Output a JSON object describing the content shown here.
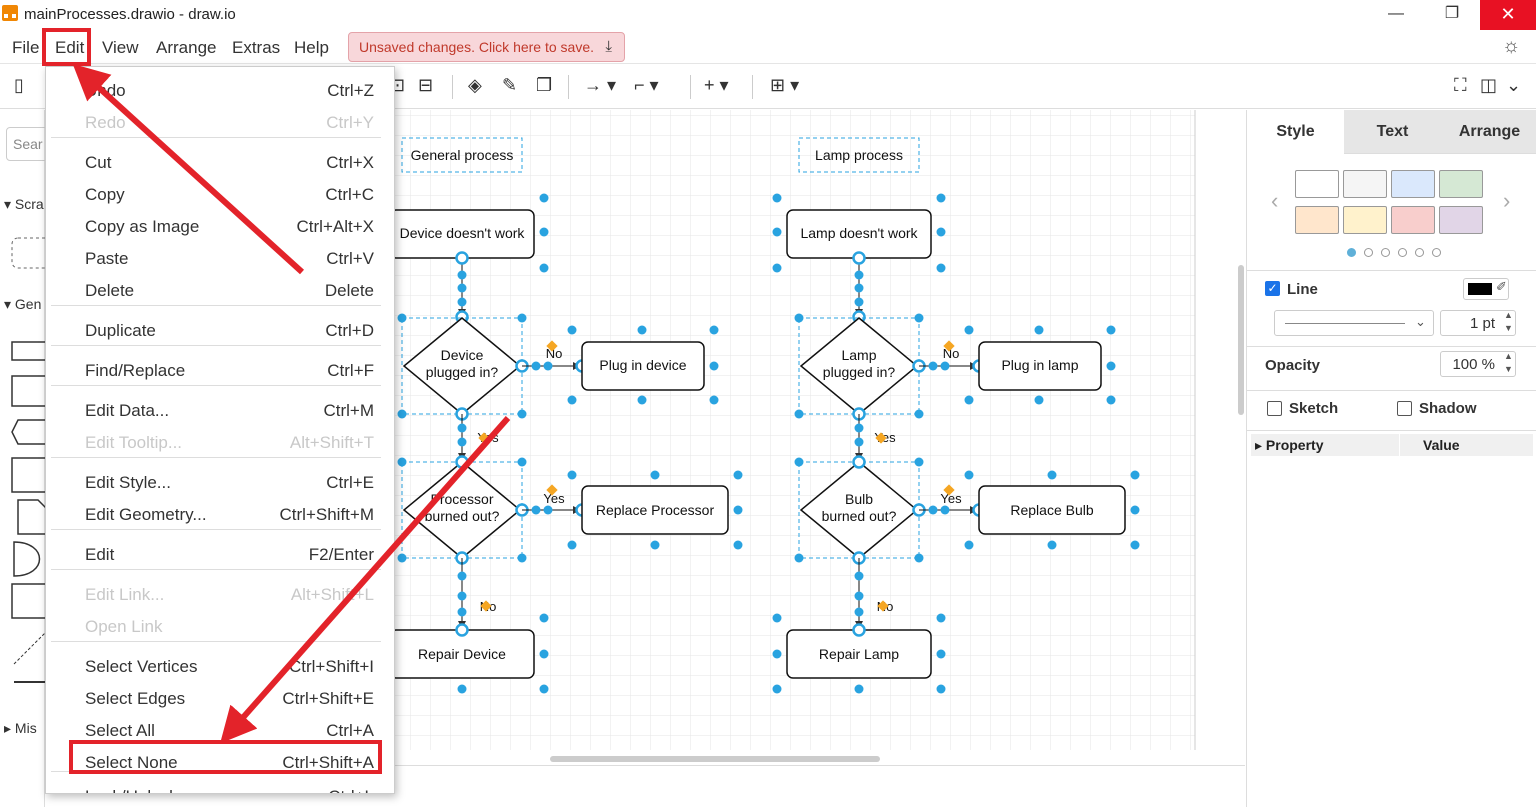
{
  "window": {
    "title": "mainProcesses.drawio - draw.io",
    "minimize": "—",
    "restore": "❐",
    "close": "✕"
  },
  "menubar": {
    "items": [
      "File",
      "Edit",
      "View",
      "Arrange",
      "Extras",
      "Help"
    ],
    "unsaved_label": "Unsaved changes. Click here to save.",
    "save_icon": "⤓",
    "theme_icon": "☼"
  },
  "toolbar": {
    "icons": [
      "panel-toggle-icon",
      "fill-color-icon",
      "line-color-icon",
      "shadow-icon",
      "connection-arrow-icon",
      "waypoint-icon",
      "insert-icon",
      "table-icon",
      "fullscreen-icon",
      "format-panel-icon",
      "collapse-icon"
    ]
  },
  "left_sidebar": {
    "search_placeholder": "Sear",
    "sections": [
      "Scra",
      "Gen",
      "Mis"
    ]
  },
  "edit_menu": {
    "items": [
      {
        "label": "Undo",
        "shortcut": "Ctrl+Z",
        "disabled": false
      },
      {
        "label": "Redo",
        "shortcut": "Ctrl+Y",
        "disabled": true
      },
      {
        "label": "Cut",
        "shortcut": "Ctrl+X",
        "disabled": false
      },
      {
        "label": "Copy",
        "shortcut": "Ctrl+C",
        "disabled": false
      },
      {
        "label": "Copy as Image",
        "shortcut": "Ctrl+Alt+X",
        "disabled": false
      },
      {
        "label": "Paste",
        "shortcut": "Ctrl+V",
        "disabled": false
      },
      {
        "label": "Delete",
        "shortcut": "Delete",
        "disabled": false
      },
      {
        "label": "Duplicate",
        "shortcut": "Ctrl+D",
        "disabled": false
      },
      {
        "label": "Find/Replace",
        "shortcut": "Ctrl+F",
        "disabled": false
      },
      {
        "label": "Edit Data...",
        "shortcut": "Ctrl+M",
        "disabled": false
      },
      {
        "label": "Edit Tooltip...",
        "shortcut": "Alt+Shift+T",
        "disabled": true
      },
      {
        "label": "Edit Style...",
        "shortcut": "Ctrl+E",
        "disabled": false
      },
      {
        "label": "Edit Geometry...",
        "shortcut": "Ctrl+Shift+M",
        "disabled": false
      },
      {
        "label": "Edit",
        "shortcut": "F2/Enter",
        "disabled": false
      },
      {
        "label": "Edit Link...",
        "shortcut": "Alt+Shift+L",
        "disabled": true
      },
      {
        "label": "Open Link",
        "shortcut": "",
        "disabled": true
      },
      {
        "label": "Select Vertices",
        "shortcut": "Ctrl+Shift+I",
        "disabled": false
      },
      {
        "label": "Select Edges",
        "shortcut": "Ctrl+Shift+E",
        "disabled": false
      },
      {
        "label": "Select All",
        "shortcut": "Ctrl+A",
        "disabled": false
      },
      {
        "label": "Select None",
        "shortcut": "Ctrl+Shift+A",
        "disabled": false
      },
      {
        "label": "Lock/Unlock",
        "shortcut": "Ctrl+L",
        "disabled": false
      }
    ]
  },
  "diagram": {
    "general": {
      "title": "General process",
      "start": "Device doesn't work",
      "d1": [
        "Device",
        "plugged in?"
      ],
      "a1": "Plug in device",
      "d2": [
        "Processor",
        "burned out?"
      ],
      "a2": "Replace Processor",
      "end": "Repair Device",
      "labels": {
        "no1": "No",
        "yes1": "Yes",
        "yes2": "Yes",
        "no2": "No"
      }
    },
    "lamp": {
      "title": "Lamp process",
      "start": "Lamp doesn't work",
      "d1": [
        "Lamp",
        "plugged in?"
      ],
      "a1": "Plug in lamp",
      "d2": [
        "Bulb",
        "burned out?"
      ],
      "a2": "Replace Bulb",
      "end": "Repair Lamp",
      "labels": {
        "no1": "No",
        "yes1": "Yes",
        "yes2": "Yes",
        "no2": "No"
      }
    }
  },
  "format_panel": {
    "tabs": [
      "Style",
      "Text",
      "Arrange"
    ],
    "swatches": [
      "#ffffff",
      "#f5f5f5",
      "#dae8fc",
      "#d5e8d4",
      "#ffe6cc",
      "#fff2cc",
      "#f8cecc",
      "#e1d5e7"
    ],
    "line_label": "Line",
    "line_color": "#000000",
    "line_width": "1 pt",
    "opacity_label": "Opacity",
    "opacity_value": "100 %",
    "sketch_label": "Sketch",
    "shadow_label": "Shadow",
    "property_header": "Property",
    "value_header": "Value"
  },
  "colors": {
    "accent_red": "#e3232a",
    "handle_blue": "#29a3e0",
    "unsaved_bg": "#f8d7da"
  }
}
